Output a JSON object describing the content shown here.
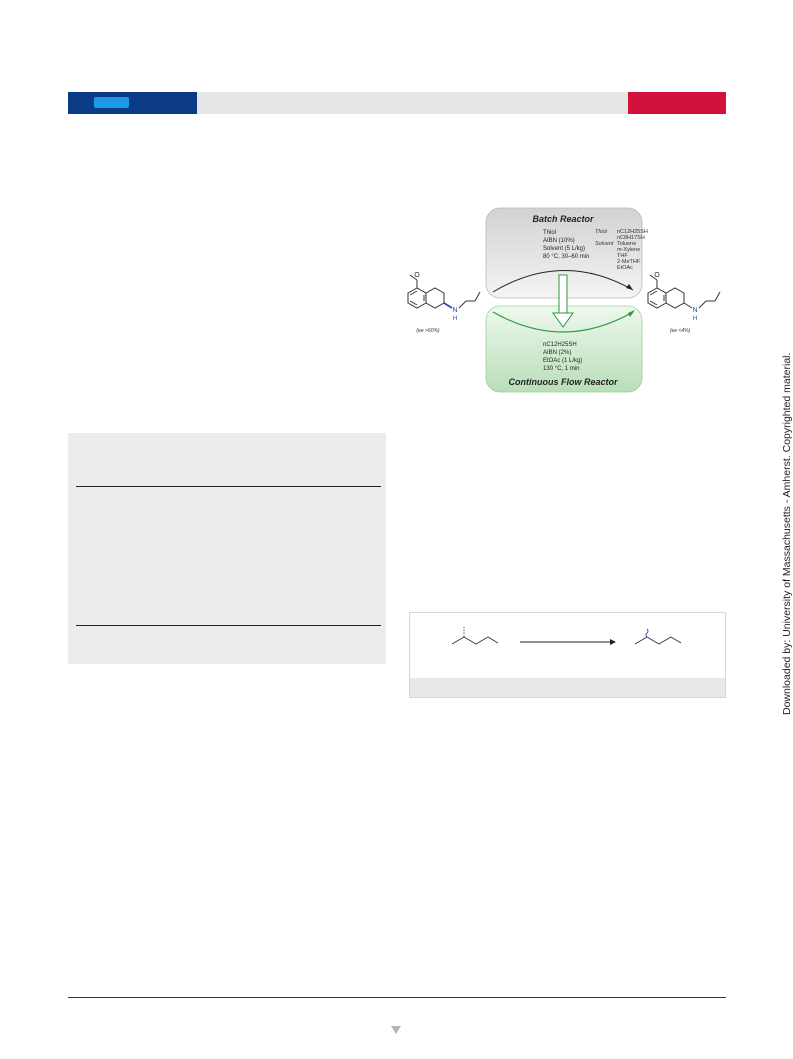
{
  "header": {
    "blue_color": "#0b3a86",
    "pill_color": "#1b9be6",
    "red_color": "#d2123d"
  },
  "figure": {
    "batch_title": "Batch Reactor",
    "batch_conditions": [
      "Thiol",
      "AIBN (10%)",
      "Solvent (5 L/kg)",
      "80 °C, 30–60 min"
    ],
    "thiol_label": "Thiol",
    "thiol_options": [
      "nC12H25SH",
      "nC8H17SH"
    ],
    "solvent_label": "Solvent",
    "solvent_options": [
      "Toluene",
      "m-Xylene",
      "THF",
      "2-MeTHF",
      "EtOAc"
    ],
    "flow_conditions": [
      "nC12H25SH",
      "AIBN (2%)",
      "EtOAc (1 L/kg)",
      "130 °C, 1 min"
    ],
    "flow_title": "Continuous Flow Reactor",
    "ee_left": "(ee >60%)",
    "ee_right": "(ee <4%)",
    "atom_o": "O",
    "atom_n": "N",
    "atom_h": "H"
  },
  "side_note": "Downloaded by: University of Massachusetts - Amherst. Copyrighted material."
}
